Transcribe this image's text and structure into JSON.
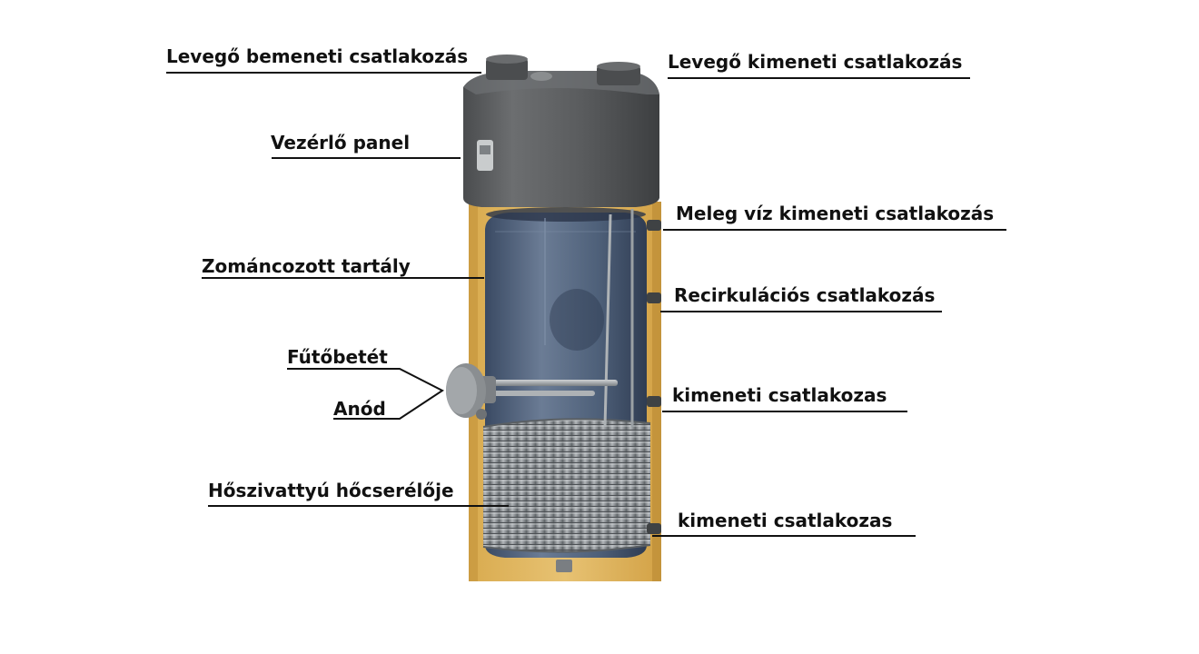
{
  "labels": {
    "air_inlet": "Levegő bemeneti csatlakozás",
    "air_outlet": "Levegő kimeneti csatlakozás",
    "control_panel": "Vezérlő panel",
    "hot_water_outlet": "Meleg víz kimeneti csatlakozás",
    "enamelled_tank": "Zománcozott tartály",
    "recirculation": "Recirkulációs csatlakozás",
    "heating_element": "Fűtőbetét",
    "anode": "Anód",
    "outlet_1": "kimeneti csatlakozas",
    "heat_exchanger": "Hőszivattyú hőcserélője",
    "outlet_2": "kimeneti csatlakozas"
  },
  "colors": {
    "insulation": "#e3b961",
    "insulation_dark": "#c99a3e",
    "head": "#5b5d5f",
    "head_dark": "#3e4042",
    "tank_interior": "#4e6079",
    "tank_dark": "#33415a",
    "coil": "#8e9397",
    "leader_line": "#111111"
  }
}
